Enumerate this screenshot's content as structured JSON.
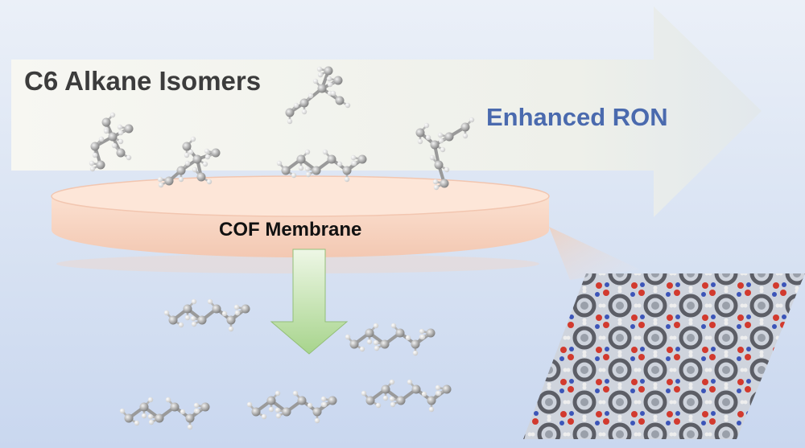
{
  "labels": {
    "isomers": "C6 Alkane Isomers",
    "enhanced": "Enhanced RON",
    "membrane": "COF Membrane"
  },
  "colors": {
    "ron_text": "#4a6aae",
    "membrane": "#f8d6c4",
    "down_arrow": "#bfe0a8",
    "big_arrow": "#f2f2ec"
  },
  "molecule_icons": [
    "branched-alkane-molecule",
    "linear-alkane-molecule",
    "cof-framework-structure"
  ]
}
